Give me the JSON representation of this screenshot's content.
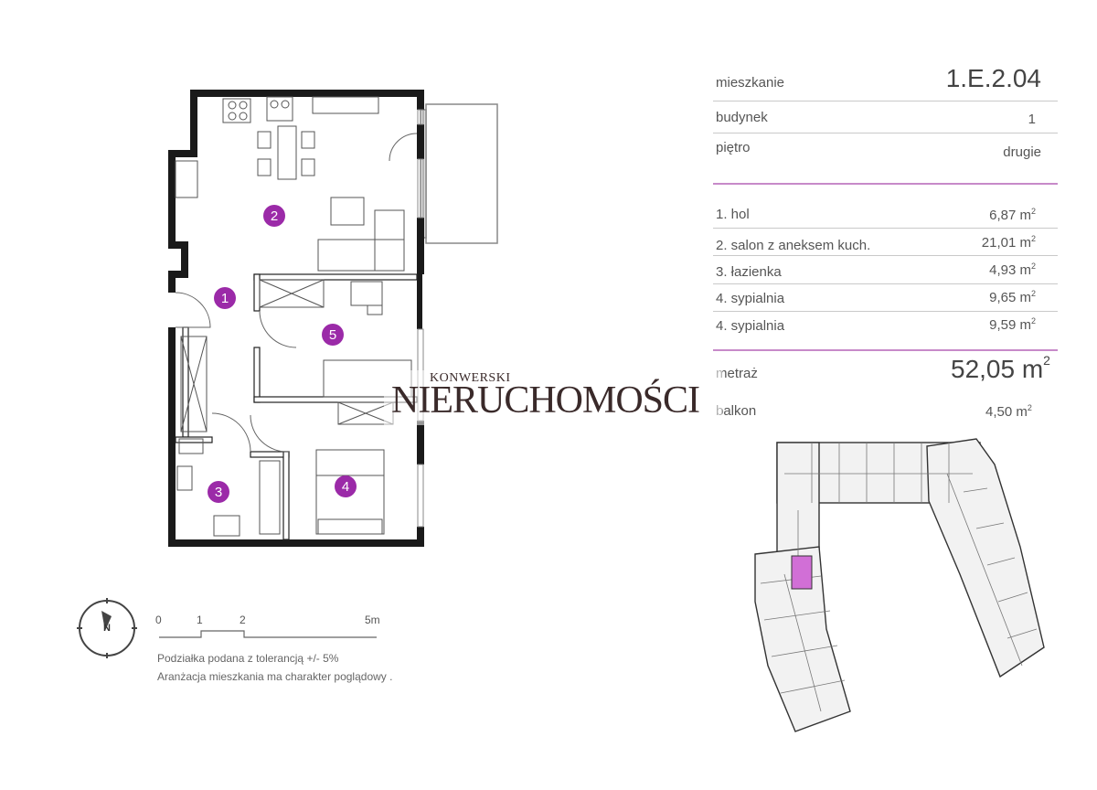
{
  "apartment": {
    "label": "mieszkanie",
    "number": "1.E.2.04",
    "building_label": "budynek",
    "building": "1",
    "floor_label": "piętro",
    "floor": "drugie"
  },
  "rooms": [
    {
      "name": "1. hol",
      "area": "6,87 m"
    },
    {
      "name": "2. salon z aneksem kuch.",
      "area": "21,01 m"
    },
    {
      "name": "3. łazienka",
      "area": "4,93 m"
    },
    {
      "name": "4. sypialnia",
      "area": "9,65 m"
    },
    {
      "name": "4. sypialnia",
      "area": "9,59 m"
    }
  ],
  "area_unit_exp": "2",
  "total": {
    "label": "metraż",
    "value": "52,05 m"
  },
  "balcony": {
    "label": "balkon",
    "value": "4,50 m"
  },
  "plan_labels": [
    "1",
    "2",
    "3",
    "4",
    "5"
  ],
  "accent_color": "#9b2aa8",
  "watermark": {
    "small": "KONWERSKI",
    "big": "NIERUCHOMOŚCI"
  },
  "compass_label": "N",
  "scale": {
    "ticks": [
      "0",
      "1",
      "2",
      "5m"
    ]
  },
  "notes": [
    "Podziałka podana z tolerancją +/- 5%",
    "Aranżacja mieszkania ma charakter poglądowy ."
  ]
}
